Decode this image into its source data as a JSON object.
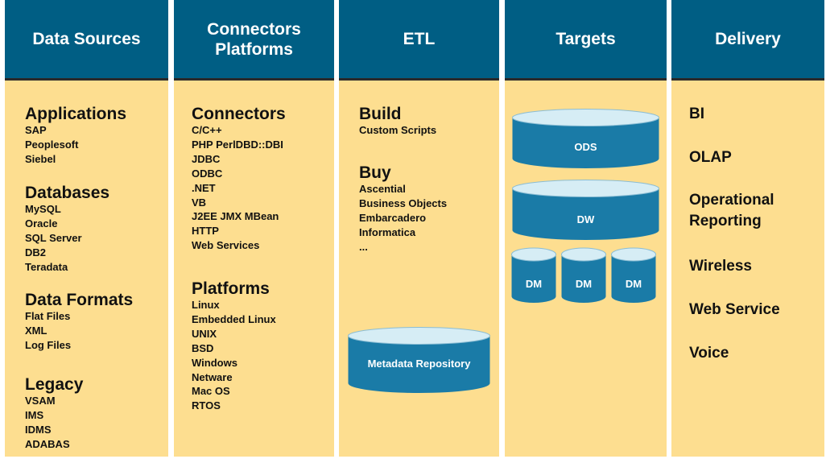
{
  "columns": [
    {
      "title": "Data Sources"
    },
    {
      "title": "Connectors\nPlatforms"
    },
    {
      "title": "ETL"
    },
    {
      "title": "Targets"
    },
    {
      "title": "Delivery"
    }
  ],
  "data_sources": {
    "groups": [
      {
        "heading": "Applications",
        "items": [
          "SAP",
          "Peoplesoft",
          "Siebel"
        ]
      },
      {
        "heading": "Databases",
        "items": [
          "MySQL",
          "Oracle",
          "SQL Server",
          "DB2",
          "Teradata"
        ]
      },
      {
        "heading": "Data Formats",
        "items": [
          "Flat Files",
          "XML",
          "Log Files"
        ]
      },
      {
        "heading": "Legacy",
        "items": [
          "VSAM",
          "IMS",
          "IDMS",
          "ADABAS"
        ]
      }
    ]
  },
  "connectors": {
    "groups": [
      {
        "heading": "Connectors",
        "items": [
          "C/C++",
          "PHP PerlDBD::DBI",
          "JDBC",
          "ODBC",
          ".NET",
          "VB",
          "J2EE JMX MBean",
          "HTTP",
          "Web Services"
        ]
      },
      {
        "heading": "Platforms",
        "items": [
          "Linux",
          "Embedded Linux",
          "UNIX",
          "BSD",
          "Windows",
          "Netware",
          "Mac OS",
          "RTOS"
        ]
      }
    ]
  },
  "etl": {
    "groups": [
      {
        "heading": "Build",
        "items": [
          "Custom Scripts"
        ]
      },
      {
        "heading": "Buy",
        "items": [
          "Ascential",
          "Business Objects",
          "Embarcadero",
          "Informatica",
          "..."
        ]
      }
    ],
    "repository": "Metadata Repository"
  },
  "targets": {
    "ods": "ODS",
    "dw": "DW",
    "dm": [
      "DM",
      "DM",
      "DM"
    ]
  },
  "delivery": {
    "items": [
      "BI",
      "OLAP",
      "Operational\nReporting",
      "Wireless",
      "Web Service",
      "Voice"
    ]
  },
  "colors": {
    "header": "#005e84",
    "column": "#fdde90",
    "cylinder_body": "#1a7ba7",
    "cylinder_top": "#d6edf5"
  }
}
